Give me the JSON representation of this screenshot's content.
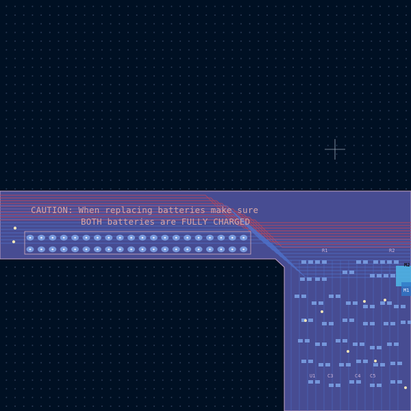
{
  "board": {
    "silkscreen_line1": "CAUTION: When replacing batteries make sure",
    "silkscreen_line2": "BOTH batteries are FULLY CHARGED"
  },
  "colors": {
    "background": "#001023",
    "grid_dot": "#2a3a55",
    "board_fill": "#4b4f98",
    "copper_front": "#b5475f",
    "copper_back": "#4f72c9",
    "pad": "#7ea3e6",
    "silkscreen": "#d8a7a8",
    "cursor": "#9aa6b8",
    "highlight": "#4fb8e8"
  },
  "header_pins": {
    "rows": 2,
    "cols": 20
  },
  "ref_designators": [
    "M1",
    "M2",
    "C3",
    "C4",
    "C5",
    "U1",
    "R1",
    "R2"
  ]
}
